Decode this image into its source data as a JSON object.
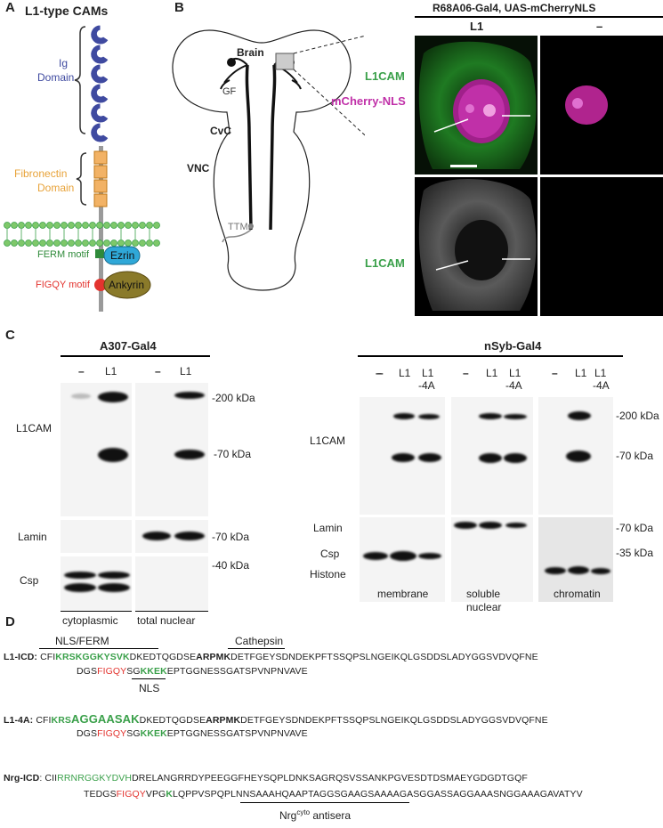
{
  "panels": {
    "a": "A",
    "b": "B",
    "c": "C",
    "d": "D"
  },
  "panelA": {
    "title": "L1-type CAMs",
    "ig_label": "Ig",
    "ig_label2": "Domain",
    "fn_label": "Fibronectin",
    "fn_label2": "Domain",
    "ferm_label": "FERM motif",
    "figqy_label": "FIGQY motif",
    "ezrin_label": "Ezrin",
    "ankyrin_label": "Ankyrin",
    "colors": {
      "ig": "#3f4aa0",
      "fn": "#e8a33a",
      "membrane": "#3aa04a",
      "ezrin": "#2fa8d8",
      "ankyrin": "#8a7a2a",
      "figqy": "#e3342f"
    }
  },
  "panelB": {
    "brain_label": "Brain",
    "gf_label": "GF",
    "cvc_label": "CvC",
    "vnc_label": "VNC",
    "ttmn_label": "TTMn",
    "header": "R68A06-Gal4, UAS-mCherryNLS",
    "col1": "L1",
    "col2": "–",
    "row1_a": "L1CAM",
    "row1_b": "mCherry-NLS",
    "row2": "L1CAM"
  },
  "panelC": {
    "left_header": "A307-Gal4",
    "left_lanes": [
      "–",
      "L1",
      "–",
      "L1"
    ],
    "left_rows": [
      "L1CAM",
      "Lamin",
      "Csp"
    ],
    "left_markers": [
      "-200 kDa",
      "-70 kDa",
      "-70 kDa",
      "-40 kDa"
    ],
    "left_fractions": [
      "cytoplasmic",
      "total nuclear"
    ],
    "right_header": "nSyb-Gal4",
    "right_lanes": [
      "–",
      "L1",
      "L1",
      "-4A"
    ],
    "right_rows": [
      "L1CAM",
      "Lamin",
      "Csp",
      "Histone"
    ],
    "right_markers": [
      "-200 kDa",
      "-70 kDa",
      "-70 kDa",
      "-35 kDa"
    ],
    "right_fractions": [
      "membrane",
      "soluble",
      "nuclear",
      "chromatin"
    ]
  },
  "panelD": {
    "nls_ferm": "NLS/FERM",
    "cathepsin": "Cathepsin",
    "nls": "NLS",
    "l1icd_label": "L1-ICD:",
    "l1_4a_label": "L1-4A:",
    "nrgicd_label": "Nrg-ICD",
    "antisera_a": "Nrg",
    "antisera_sup": "cyto",
    "antisera_b": " antisera",
    "l1icd_line1": {
      "p1": "CFI",
      "p2": "KRSKGGKYSVK",
      "p3": "DKEDTQGDSE",
      "p4": "ARPMK",
      "p5": "DETFGEYSDNDEKPFTSSQPSLNGEIKQLGSDDSLADYGGSVDVQFNE"
    },
    "l1icd_line2": {
      "p1": "DGS",
      "p2": "FIGQY",
      "p3": "SG",
      "p4": "KKEK",
      "p5": "EPTGGNESSGATSPVNPNVAVE"
    },
    "l14a_line1": {
      "p1": "CFI",
      "p2": "KRS",
      "p3": "AGGAASAK",
      "p4": "DKEDTQGDSE",
      "p5": "ARPMK",
      "p6": "DETFGEYSDNDEKPFTSSQPSLNGEIKQLGSDDSLADYGGSVDVQFNE"
    },
    "l14a_line2": {
      "p1": "DGS",
      "p2": "FIGQY",
      "p3": "SG",
      "p4": "KKEK",
      "p5": "EPTGGNESSGATSPVNPNVAVE"
    },
    "nrg_line1": {
      "p1": ": CII",
      "p2": "RRNRGGKYDVH",
      "p3": "DRELANGRRDYPEEGGFHEYSQPLDNKSAGRQSVSSANKPGVESDTDSMAEYGDGDTGQF"
    },
    "nrg_line2": {
      "p1": "TEDGS",
      "p2": "FIGQY",
      "p3": "VPG",
      "p4": "K",
      "p5": "LQPPVSPQPLNNSAAAHQAAPTAGGSGAAGSAAAAGASGGASSAGGAAASNGGAAAGAVATYV"
    }
  }
}
